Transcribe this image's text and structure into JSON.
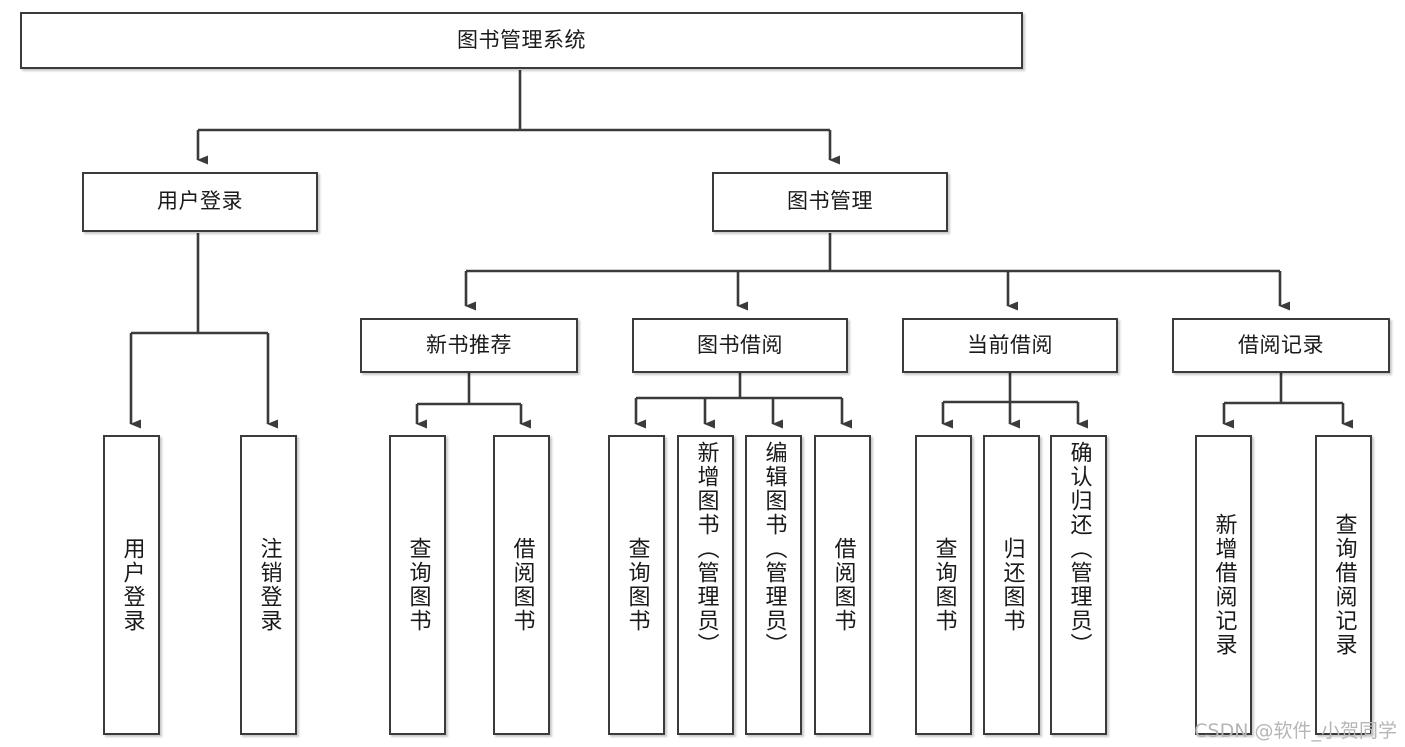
{
  "diagram": {
    "title_node": {
      "label": "图书管理系统"
    },
    "level2": [
      {
        "id": "user-login",
        "label": "用户登录"
      },
      {
        "id": "book-management",
        "label": "图书管理"
      }
    ],
    "level3": [
      {
        "id": "new-book-recommend",
        "label": "新书推荐"
      },
      {
        "id": "book-borrow",
        "label": "图书借阅"
      },
      {
        "id": "current-borrow",
        "label": "当前借阅"
      },
      {
        "id": "borrow-record",
        "label": "借阅记录"
      }
    ],
    "leaves": [
      {
        "id": "leaf-user-login",
        "label": "用户登录",
        "parent": "user-login"
      },
      {
        "id": "leaf-logout",
        "label": "注销登录",
        "parent": "user-login"
      },
      {
        "id": "leaf-query-book-1",
        "label": "查询图书",
        "parent": "new-book-recommend"
      },
      {
        "id": "leaf-borrow-book-1",
        "label": "借阅图书",
        "parent": "new-book-recommend"
      },
      {
        "id": "leaf-query-book-2",
        "label": "查询图书",
        "parent": "book-borrow"
      },
      {
        "id": "leaf-add-book",
        "label": "新增图书（管理员）",
        "parent": "book-borrow"
      },
      {
        "id": "leaf-edit-book",
        "label": "编辑图书（管理员）",
        "parent": "book-borrow"
      },
      {
        "id": "leaf-borrow-book-2",
        "label": "借阅图书",
        "parent": "book-borrow"
      },
      {
        "id": "leaf-query-book-3",
        "label": "查询图书",
        "parent": "current-borrow"
      },
      {
        "id": "leaf-return-book",
        "label": "归还图书",
        "parent": "current-borrow"
      },
      {
        "id": "leaf-confirm-return",
        "label": "确认归还（管理员）",
        "parent": "current-borrow"
      },
      {
        "id": "leaf-add-record",
        "label": "新增借阅记录",
        "parent": "borrow-record"
      },
      {
        "id": "leaf-query-record",
        "label": "查询借阅记录",
        "parent": "borrow-record"
      }
    ],
    "watermark": "CSDN @软件_小贺同学",
    "colors": {
      "border": "#3b3b3b",
      "fill": "#ffffff",
      "text": "#1a1a1a",
      "watermark": "#b6b6b6"
    }
  }
}
